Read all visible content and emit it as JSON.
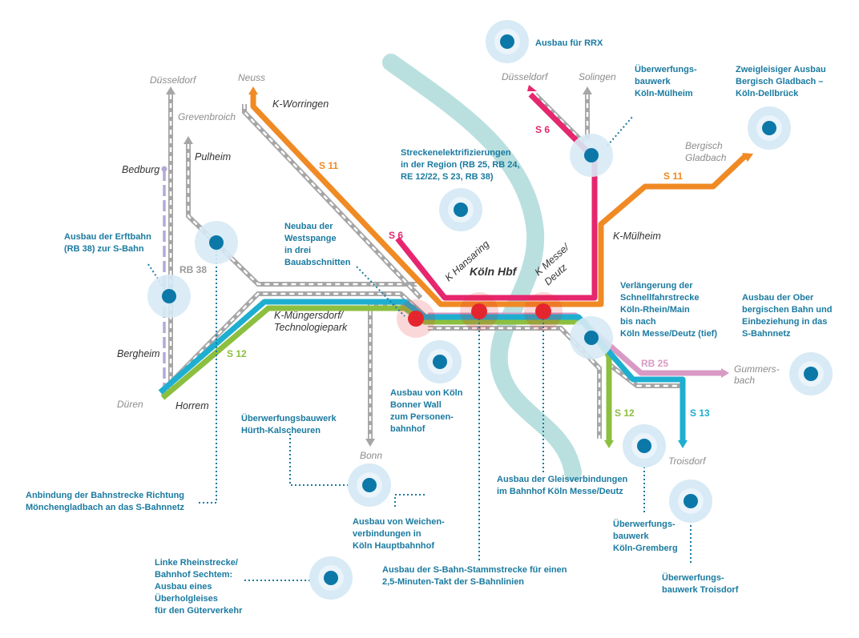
{
  "colors": {
    "rhine": "#b9e0df",
    "s11": "#f08a24",
    "s6": "#e6266e",
    "s12": "#8cbf3f",
    "s13": "#1eaed0",
    "rb25": "#d89ac4",
    "dashed": "#b3b3b3",
    "lilac": "#b4a8d6",
    "marker": "#0b78a8",
    "marker_halo": "#d7eaf5",
    "hub": "#e5252d",
    "text_blue": "#1a7aa0"
  },
  "places": {
    "duesseldorf_w": "Düsseldorf",
    "neuss": "Neuss",
    "grevenbroich": "Grevenbroich",
    "duesseldorf_e": "Düsseldorf",
    "solingen": "Solingen",
    "bergisch": [
      "Bergisch",
      "Gladbach"
    ],
    "gummersbach": [
      "Gummers-",
      "bach"
    ],
    "troisdorf": "Troisdorf",
    "bonn": "Bonn",
    "dueren": "Düren"
  },
  "stations": {
    "k_worringen": "K-Worringen",
    "pulheim": "Pulheim",
    "bedburg": "Bedburg",
    "bergheim": "Bergheim",
    "horrem": "Horrem",
    "k_muengersdorf": [
      "K-Müngersdorf/",
      "Technologiepark"
    ],
    "k_muelheim": "K-Mülheim",
    "k_hansaring": "K Hansaring",
    "koeln_hbf": "Köln Hbf",
    "k_messe": [
      "K Messe/",
      "Deutz"
    ]
  },
  "lines": {
    "s11_west": "S 11",
    "s11_east": "S 11",
    "s6_west": "S 6",
    "s6_north": "S 6",
    "rb38": "RB 38",
    "s12_west": "S 12",
    "s12_south": "S 12",
    "s13": "S 13",
    "rb25": "RB 25"
  },
  "projects": {
    "rrx": [
      "Ausbau für RRX"
    ],
    "ueb_muelheim": [
      "Überwerfungs-",
      "bauwerk",
      "Köln-Mülheim"
    ],
    "zweigleisig": [
      "Zweigleisiger Ausbau",
      "Bergisch Gladbach –",
      "Köln-Dellbrück"
    ],
    "elektrifizierung": [
      "Streckenelektrifizierungen",
      "in der Region (RB 25, RB 24,",
      "RE 12/22, S 23, RB 38)"
    ],
    "erftbahn": [
      "Ausbau der Erftbahn",
      "(RB 38) zur S-Bahn"
    ],
    "westspange": [
      "Neubau der",
      "Westspange",
      "in drei",
      "Bauabschnitten"
    ],
    "schnellfahr": [
      "Verlängerung der",
      "Schnellfahrstrecke",
      "Köln-Rhein/Main",
      "bis nach",
      "Köln Messe/Deutz (tief)"
    ],
    "oberbergisch": [
      "Ausbau der Ober",
      "bergischen Bahn und",
      "Einbeziehung in das",
      "S-Bahnnetz"
    ],
    "bonner_wall": [
      "Ausbau von Köln",
      "Bonner Wall",
      "zum Personen-",
      "bahnhof"
    ],
    "huerth": [
      "Überwerfungsbauwerk",
      "Hürth-Kalscheuren"
    ],
    "mgladbach": [
      "Anbindung der Bahnstrecke Richtung",
      "Mönchengladbach an das S-Bahnnetz"
    ],
    "weichen": [
      "Ausbau von Weichen-",
      "verbindungen in",
      "Köln Hauptbahnhof"
    ],
    "gleisverb": [
      "Ausbau der Gleisverbindungen",
      "im Bahnhof Köln Messe/Deutz"
    ],
    "gremberg": [
      "Überwerfungs-",
      "bauwerk",
      "Köln-Gremberg"
    ],
    "troisdorf": [
      "Überwerfungs-",
      "bauwerk Troisdorf"
    ],
    "stammstrecke": [
      "Ausbau der S-Bahn-Stammstrecke für einen",
      "2,5-Minuten-Takt der S-Bahnlinien"
    ],
    "sechtem": [
      "Linke Rheinstrecke/",
      "Bahnhof Sechtem:",
      "Ausbau eines",
      "Überholgleises",
      "für den Güterverkehr"
    ]
  }
}
